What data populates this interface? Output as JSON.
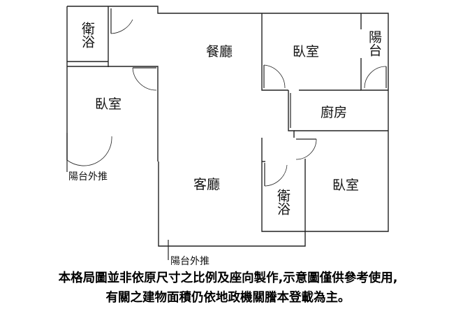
{
  "rooms": {
    "bath_top": "衛浴",
    "dining": "餐廳",
    "bedroom_top": "臥室",
    "balcony": "陽台",
    "bedroom_left": "臥室",
    "kitchen": "廚房",
    "living": "客廳",
    "bath_bottom": "衛浴",
    "bedroom_right": "臥室"
  },
  "annotations": {
    "balcony_push_left": "陽台外推",
    "balcony_push_bottom": "陽台外推"
  },
  "disclaimer": {
    "line1": "本格局圖並非依原尺寸之比例及座向製作,示意圖僅供參考使用,",
    "line2": "有關之建物面積仍依地政機關謄本登載為主。"
  }
}
